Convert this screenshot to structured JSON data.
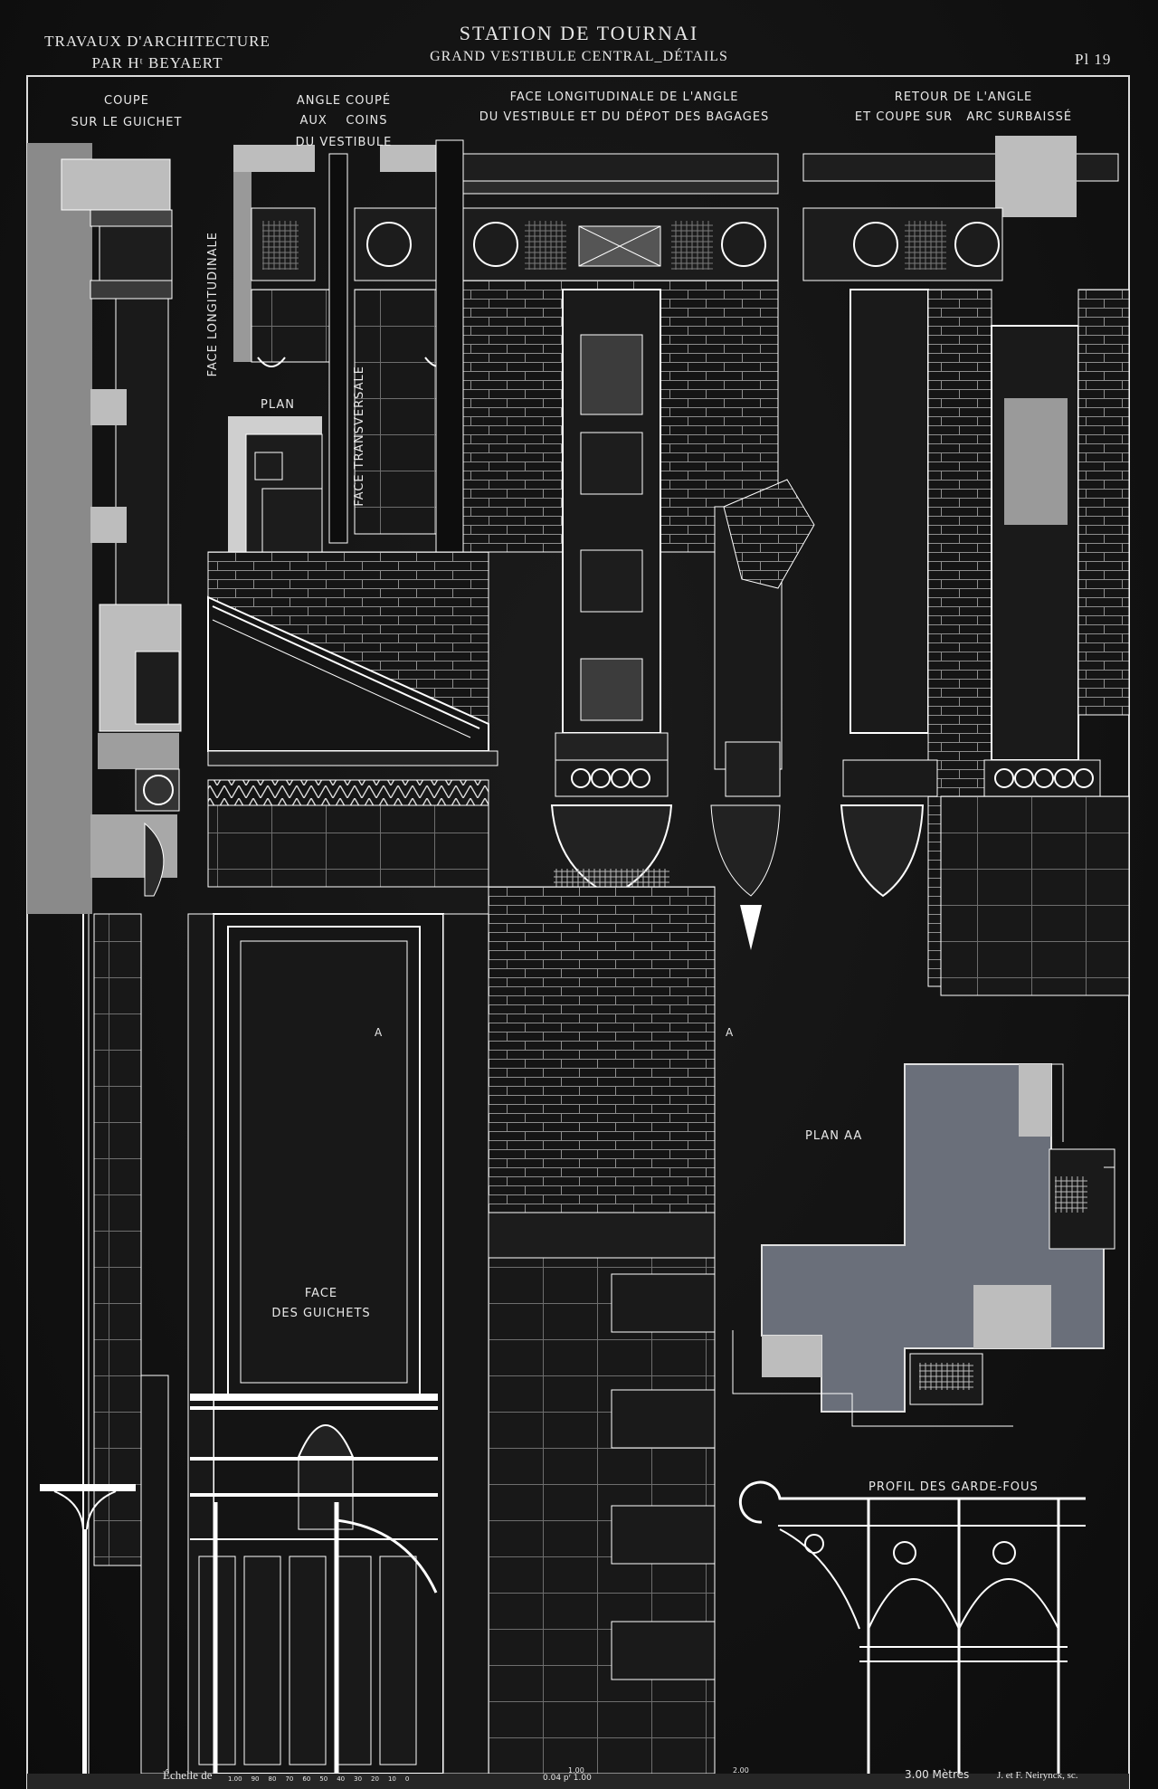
{
  "header": {
    "left_line1": "TRAVAUX D'ARCHITECTURE",
    "left_line2": "PAR Hᵗ BEYAERT",
    "title": "STATION DE TOURNAI",
    "subtitle": "GRAND VESTIBULE CENTRAL_DÉTAILS",
    "plate_number": "Pl 19"
  },
  "section_labels": {
    "coupe_line1": "COUPE",
    "coupe_line2": "SUR LE GUICHET",
    "angle_line1": "ANGLE COUPÉ",
    "angle_line2": "AUX    COINS",
    "angle_line3": "DU VESTIBULE",
    "face_long_line1": "FACE LONGITUDINALE DE L'ANGLE",
    "face_long_line2": "DU VESTIBULE ET DU DÉPOT DES BAGAGES",
    "retour_line1": "RETOUR DE L'ANGLE",
    "retour_line2": "ET COUPE SUR   ARC SURBAISSÉ"
  },
  "drawing_labels": {
    "face_longitudinale": "FACE LONGITUDINALE",
    "face_transversale": "FACE TRANSVERSALE",
    "plan": "PLAN",
    "plan_aa": "PLAN AA",
    "section_mark_a": "A",
    "face_guichets_line1": "FACE",
    "face_guichets_line2": "DES GUICHETS",
    "profil_garde_fous": "PROFIL DES GARDE-FOUS"
  },
  "footer": {
    "scale_label": "Échelle de",
    "scale_ratio": "0.04 pʳ 1.00",
    "scale_ticks": [
      "1.00",
      "90",
      "80",
      "70",
      "60",
      "50",
      "40",
      "30",
      "20",
      "10",
      "0",
      "1.00",
      "2.00",
      "3.00 Mètres"
    ],
    "engraver": "J. et F. Neirynck, sc."
  },
  "colors": {
    "background": "#121212",
    "line": "#e8e8e8",
    "hatch_light": "#cfcfcf",
    "plan_fill": "#6a6f7a"
  }
}
